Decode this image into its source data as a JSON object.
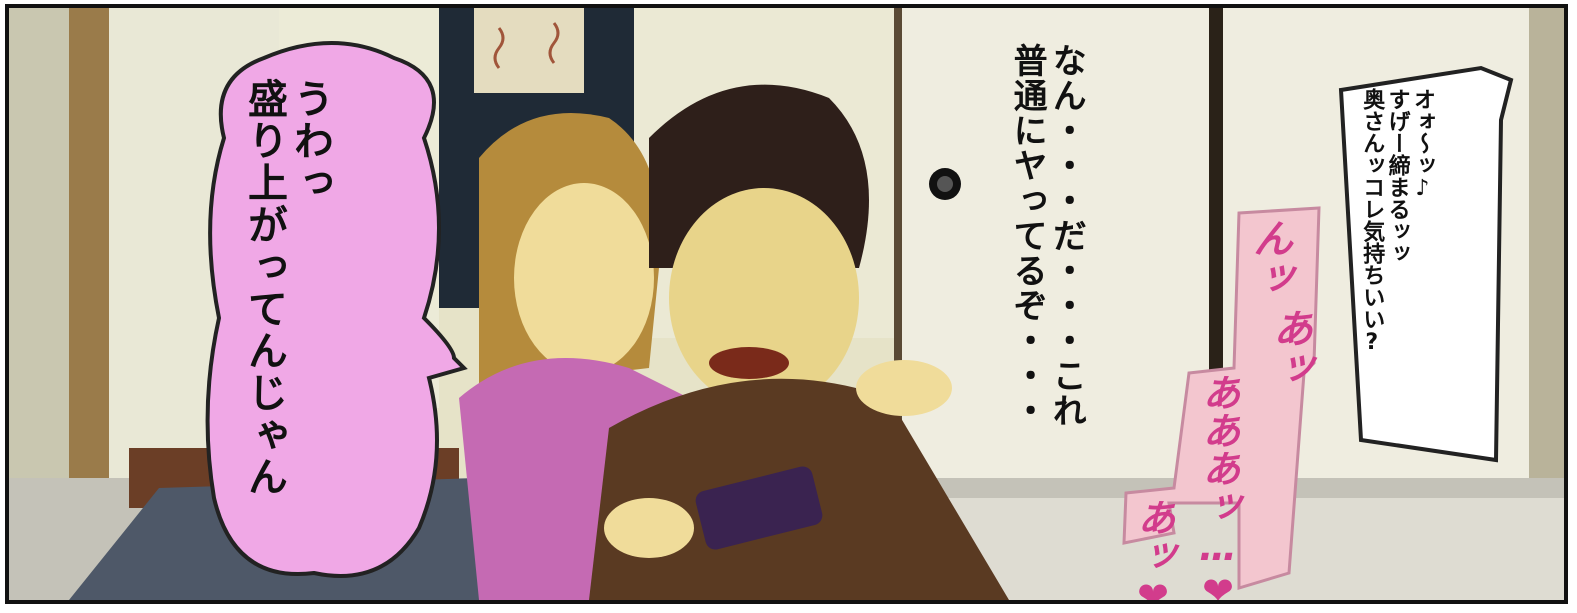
{
  "dialogue": {
    "woman_speech": "うわっ\n盛り上がってんじゃん",
    "man_thought": "なん・・・だ・・・これ\n普通にヤってるぞ・・・",
    "phone_voice": "オォ〜ッ♪\nすげー締まるッッ\n奥さんッコレ気持ちいい?",
    "moan_1": "んッ",
    "moan_2": "あッ",
    "moan_3": "あああッ…❤",
    "moan_4": "あッ❤"
  },
  "colors": {
    "speech_bubble": "#f0a8e6",
    "moan_box": "#f3c6cf",
    "moan_text": "#d23c8c"
  }
}
